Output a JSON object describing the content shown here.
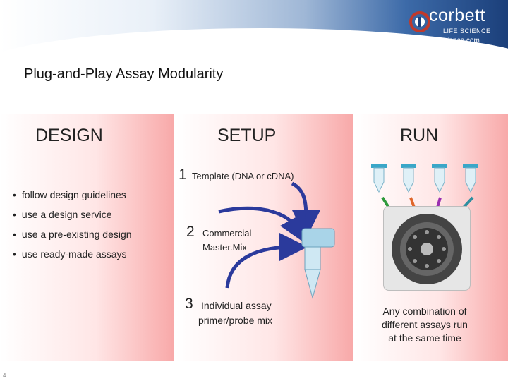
{
  "logo": {
    "word": "corbett",
    "sub": "LIFE SCIENCE",
    "url": "www.corbettlifescience.com"
  },
  "title": "Plug-and-Play Assay Modularity",
  "columns": {
    "design": "DESIGN",
    "setup": "SETUP",
    "run": "RUN"
  },
  "design_bullets": [
    "follow design guidelines",
    "use a design service",
    "use a pre-existing design",
    "use ready-made assays"
  ],
  "steps": [
    {
      "number": "1",
      "text": "Template (DNA or cDNA)"
    },
    {
      "number": "2",
      "text_line1": "Commercial",
      "text_line2": "Master.Mix"
    },
    {
      "number": "3",
      "text_line1": "Individual assay",
      "text_line2": "primer/probe mix"
    }
  ],
  "run_caption": {
    "line1": "Any combination of",
    "line2": "different assays run",
    "line3": "at the same time"
  },
  "colors": {
    "arrow_blue": "#2b3a9c",
    "tube_cap": "#3aa7c8",
    "arrow_green": "#2e9a3c",
    "arrow_orange": "#e0662a",
    "arrow_purple": "#9a2fb0",
    "arrow_teal": "#2f8fa0"
  },
  "page_number": "4"
}
